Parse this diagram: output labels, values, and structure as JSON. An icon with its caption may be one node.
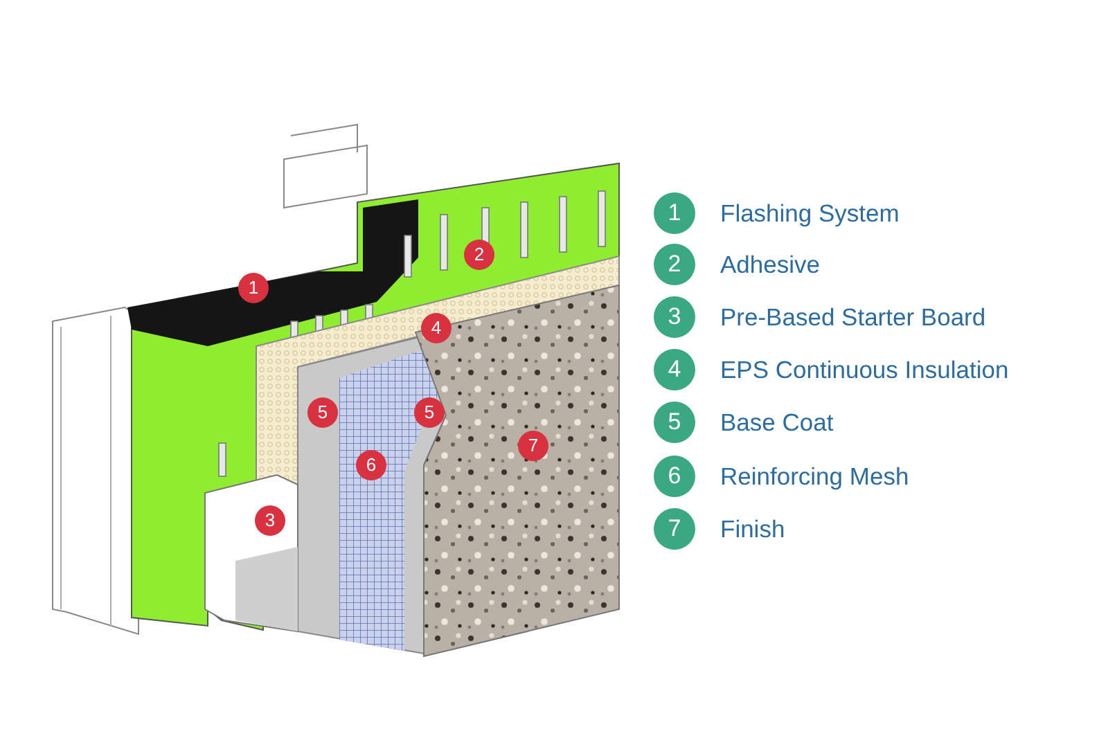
{
  "diagram": {
    "labels": [
      "1",
      "2",
      "4",
      "5",
      "5",
      "6",
      "7",
      "3",
      "1",
      "Flashing System",
      "2",
      "Adhesive",
      "3",
      "Pre-Based Starter Board",
      "4",
      "EPS Continuous Insulation",
      "5",
      "Base Coat",
      "6",
      "Reinforcing Mesh",
      "7",
      "Finish"
    ]
  }
}
